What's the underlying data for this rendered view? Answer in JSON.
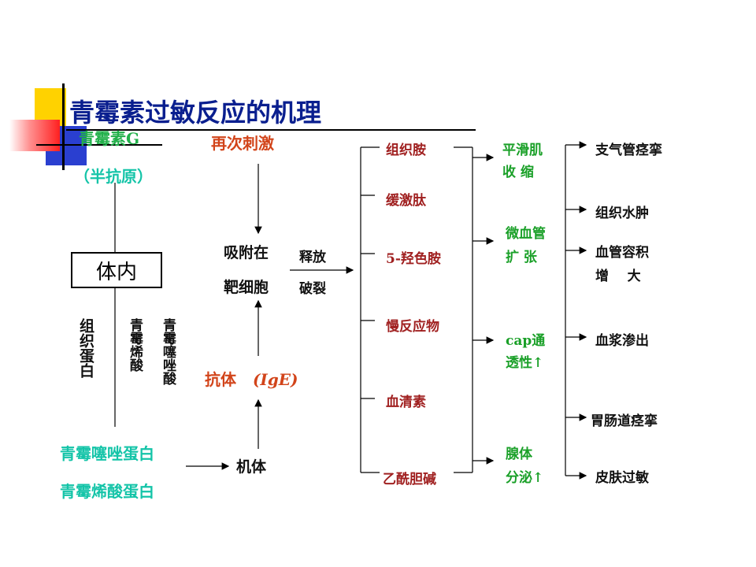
{
  "title": "青霉素过敏反应的机理",
  "nodes": {
    "penicillin_g": "青霉素G",
    "hapten": "（半抗原）",
    "body_inside": "体内",
    "tissue_protein": "组织蛋白",
    "penicillenic_acid": "青霉烯酸",
    "penicilloic_acid": "青霉噻唑酸",
    "thiazole_protein": "青霉噻唑蛋白",
    "penicillenic_protein": "青霉烯酸蛋白",
    "organism": "机体",
    "antibody": "抗体",
    "ige": "(IgE)",
    "rechallenge": "再次刺激",
    "adsorb_1": "吸附在",
    "adsorb_2": "靶细胞",
    "release": "释放",
    "rupture": "破裂"
  },
  "mediators": [
    "组织胺",
    "缓激肽",
    "5-羟色胺",
    "慢反应物",
    "血清素",
    "乙酰胆碱"
  ],
  "effects": [
    {
      "line1": "平滑肌",
      "line2": "收  缩"
    },
    {
      "line1": "微血管",
      "line2": "扩  张"
    },
    {
      "line1": "cap通",
      "line2": "透性↑"
    },
    {
      "line1": "腺体",
      "line2": "分泌↑"
    }
  ],
  "outcomes": [
    "支气管痉挛",
    "组织水肿",
    "血管容积",
    "增    大",
    "血浆渗出",
    "胃肠道痉挛",
    "皮肤过敏"
  ],
  "colors": {
    "title": "#0a1f8f",
    "green": "#22b04a",
    "cyan": "#14c4a8",
    "orange": "#d2441a",
    "dark_red": "#a02020",
    "effect_green": "#1aa028",
    "deco_yellow": "#ffd200",
    "deco_blue": "#2a3fd0",
    "deco_red": "#ff2020"
  }
}
